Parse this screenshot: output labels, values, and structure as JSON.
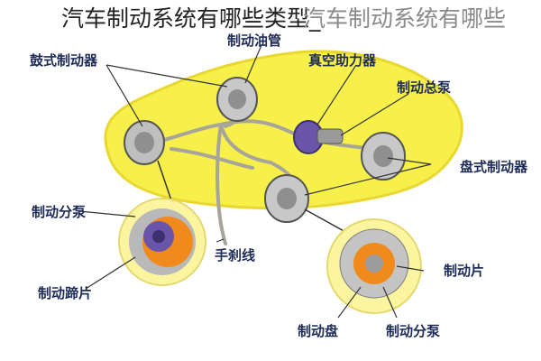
{
  "header": {
    "title": "汽车制动系统有哪些类型_",
    "title_overlay": "汽车制动系统有哪些"
  },
  "labels": {
    "drum_brake": "鼓式制动器",
    "brake_fluid": "制动油管",
    "vacuum_booster": "真空助力器",
    "master_cylinder": "制动总泵",
    "disc_brake": "盘式制动器",
    "wheel_cylinder_left": "制动分泵",
    "shoe": "制动蹄片",
    "handbrake_cable": "手刹线",
    "pad": "制动片",
    "disc": "制动盘",
    "wheel_cylinder_bottom": "制动分泵"
  },
  "colors": {
    "car_body": "#f7f04a",
    "car_outline": "#e8d830",
    "tube": "#a7a49a",
    "label_text": "#1d2b57",
    "circle_fill": "#fbf5a0",
    "disc_orange": "#f08a1c",
    "purple_hub": "#6a56a8"
  }
}
